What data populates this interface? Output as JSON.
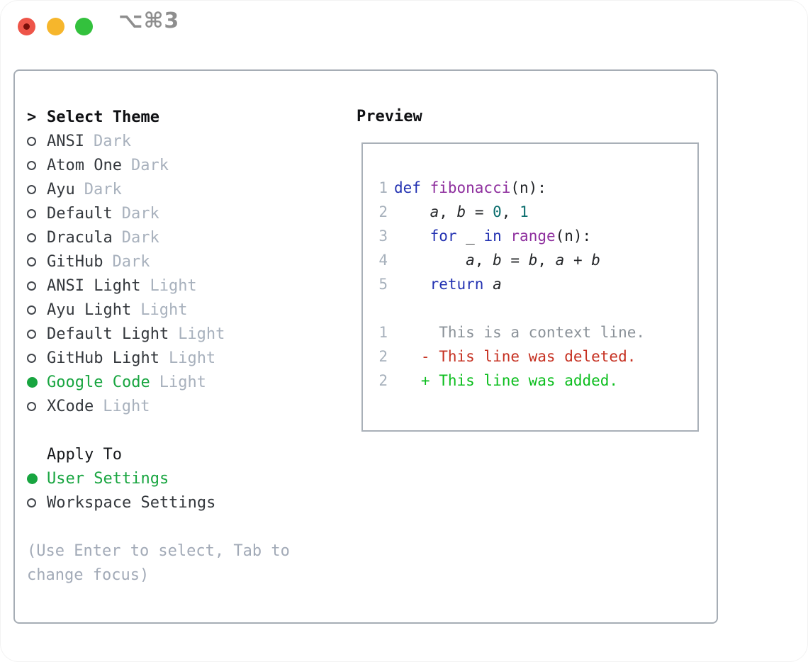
{
  "window": {
    "title": "⌥⌘3",
    "traffic_lights": {
      "close_color": "#ee5549",
      "close_dot_color": "#7a0f0a",
      "minimize_color": "#f6b62c",
      "zoom_color": "#33c13d"
    }
  },
  "selector": {
    "header_prefix": ">",
    "header": "Select Theme",
    "themes": [
      {
        "name": "ANSI",
        "variant": "Dark",
        "selected": false
      },
      {
        "name": "Atom One",
        "variant": "Dark",
        "selected": false
      },
      {
        "name": "Ayu",
        "variant": "Dark",
        "selected": false
      },
      {
        "name": "Default",
        "variant": "Dark",
        "selected": false
      },
      {
        "name": "Dracula",
        "variant": "Dark",
        "selected": false
      },
      {
        "name": "GitHub",
        "variant": "Dark",
        "selected": false
      },
      {
        "name": "ANSI Light",
        "variant": "Light",
        "selected": false
      },
      {
        "name": "Ayu Light",
        "variant": "Light",
        "selected": false
      },
      {
        "name": "Default Light",
        "variant": "Light",
        "selected": false
      },
      {
        "name": "GitHub Light",
        "variant": "Light",
        "selected": false
      },
      {
        "name": "Google Code",
        "variant": "Light",
        "selected": true
      },
      {
        "name": "XCode",
        "variant": "Light",
        "selected": false
      }
    ],
    "apply_header": "Apply To",
    "apply_options": [
      {
        "label": "User Settings",
        "selected": true
      },
      {
        "label": "Workspace Settings",
        "selected": false
      }
    ],
    "hint_line1": "(Use Enter to select, Tab to",
    "hint_line2": "change focus)"
  },
  "preview": {
    "title": "Preview",
    "code_lines": [
      {
        "num": "1",
        "segments": [
          {
            "text": "def ",
            "type": "kw"
          },
          {
            "text": "fibonacci",
            "type": "fn"
          },
          {
            "text": "(n):",
            "type": "plain"
          }
        ]
      },
      {
        "num": "2",
        "segments": [
          {
            "text": "    ",
            "type": "plain"
          },
          {
            "text": "a",
            "type": "var"
          },
          {
            "text": ", ",
            "type": "plain"
          },
          {
            "text": "b",
            "type": "var"
          },
          {
            "text": " = ",
            "type": "plain"
          },
          {
            "text": "0",
            "type": "num"
          },
          {
            "text": ", ",
            "type": "plain"
          },
          {
            "text": "1",
            "type": "num"
          }
        ]
      },
      {
        "num": "3",
        "segments": [
          {
            "text": "    ",
            "type": "plain"
          },
          {
            "text": "for",
            "type": "kw"
          },
          {
            "text": " _ ",
            "type": "plain"
          },
          {
            "text": "in",
            "type": "kw"
          },
          {
            "text": " ",
            "type": "plain"
          },
          {
            "text": "range",
            "type": "fn"
          },
          {
            "text": "(n):",
            "type": "plain"
          }
        ]
      },
      {
        "num": "4",
        "segments": [
          {
            "text": "        ",
            "type": "plain"
          },
          {
            "text": "a",
            "type": "var"
          },
          {
            "text": ", ",
            "type": "plain"
          },
          {
            "text": "b",
            "type": "var"
          },
          {
            "text": " = ",
            "type": "plain"
          },
          {
            "text": "b",
            "type": "var"
          },
          {
            "text": ", ",
            "type": "plain"
          },
          {
            "text": "a",
            "type": "var"
          },
          {
            "text": " + ",
            "type": "plain"
          },
          {
            "text": "b",
            "type": "var"
          }
        ]
      },
      {
        "num": "5",
        "segments": [
          {
            "text": "    ",
            "type": "plain"
          },
          {
            "text": "return",
            "type": "kw"
          },
          {
            "text": " ",
            "type": "plain"
          },
          {
            "text": "a",
            "type": "var"
          }
        ]
      }
    ],
    "diff_lines": [
      {
        "num": "1",
        "text": "     This is a context line.",
        "type": "context"
      },
      {
        "num": "2",
        "text": "   - This line was deleted.",
        "type": "deleted"
      },
      {
        "num": "2",
        "text": "   + This line was added.",
        "type": "added"
      }
    ],
    "palette": {
      "keyword": "#2433b2",
      "function": "#8e2f9e",
      "number": "#0c6e6e",
      "plain": "#222427",
      "line_number": "#a7b1bc",
      "context": "#8a9198",
      "deleted": "#c63122",
      "added": "#0cbe1e"
    }
  },
  "colors": {
    "selected_green": "#18a540",
    "item_text": "#34383d",
    "variant_text": "#a8b1bd",
    "hint_text": "#a2aab7",
    "panel_border": "#a6adb5",
    "header_text": "#101114"
  }
}
